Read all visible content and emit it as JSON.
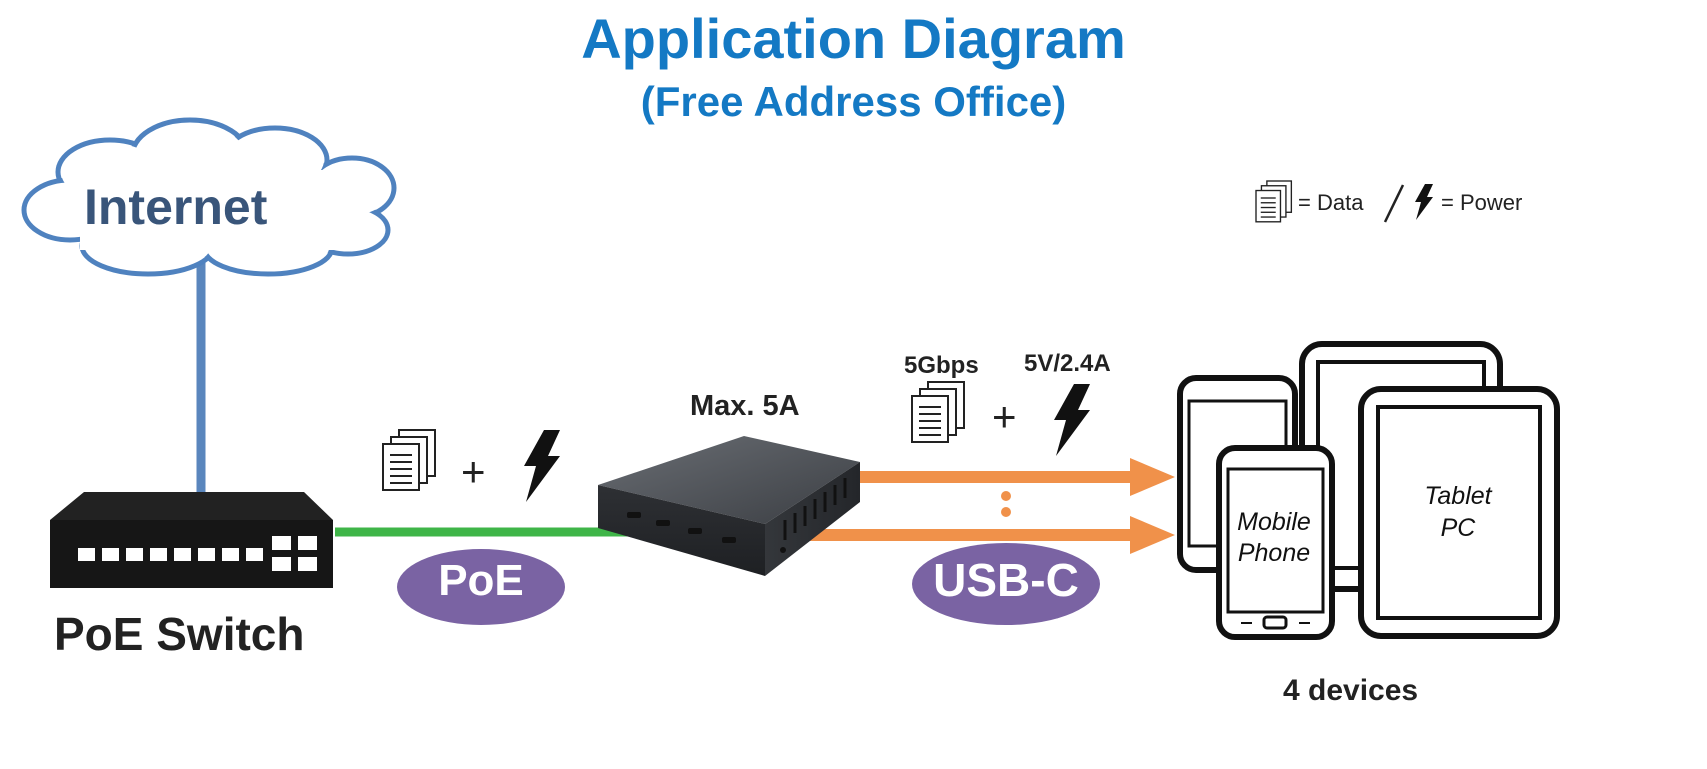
{
  "title": "Application Diagram",
  "subtitle": "(Free Address Office)",
  "cloud": {
    "label": "Internet"
  },
  "switch": {
    "label": "PoE Switch"
  },
  "hub": {
    "max_current": "Max. 5A"
  },
  "poe_link": {
    "badge": "PoE",
    "plus": "+"
  },
  "usb_link": {
    "badge": "USB-C",
    "speed": "5Gbps",
    "power": "5V/2.4A",
    "plus": "+"
  },
  "devices": {
    "phone": [
      "Mobile",
      "Phone"
    ],
    "tablet": [
      "Tablet",
      "PC"
    ],
    "count_label": "4 devices"
  },
  "legend": {
    "data": "= Data",
    "power": "= Power"
  },
  "icons": [
    "document-stack-icon",
    "lightning-bolt-icon"
  ],
  "colors": {
    "title": "#1479c4",
    "cloud_stroke": "#4f82bf",
    "uplink": "#5a86bd",
    "poe_cable": "#3fb548",
    "usb_cable": "#f0914a",
    "badge": "#7a63a3",
    "switch_body": "#161616",
    "hub_body": "#3a3d42"
  }
}
